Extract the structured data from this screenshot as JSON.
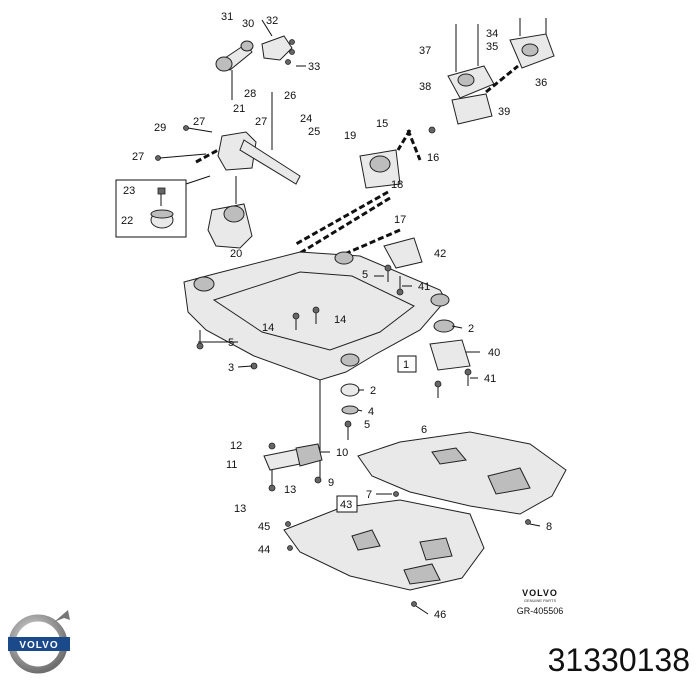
{
  "callouts": [
    "1",
    "2",
    "3",
    "4",
    "5",
    "6",
    "7",
    "8",
    "9",
    "10",
    "11",
    "12",
    "13",
    "14",
    "15",
    "16",
    "17",
    "18",
    "19",
    "20",
    "21",
    "22",
    "23",
    "24",
    "25",
    "26",
    "27",
    "28",
    "29",
    "30",
    "31",
    "32",
    "33",
    "34",
    "35",
    "36",
    "37",
    "38",
    "39",
    "40",
    "41",
    "42",
    "43",
    "44",
    "45",
    "46"
  ],
  "boxed_callouts": [
    "1",
    "43"
  ],
  "brand": {
    "name": "VOLVO",
    "subtitle": "GENUINE PARTS",
    "reference": "GR-405506"
  },
  "part_number": "31330138"
}
